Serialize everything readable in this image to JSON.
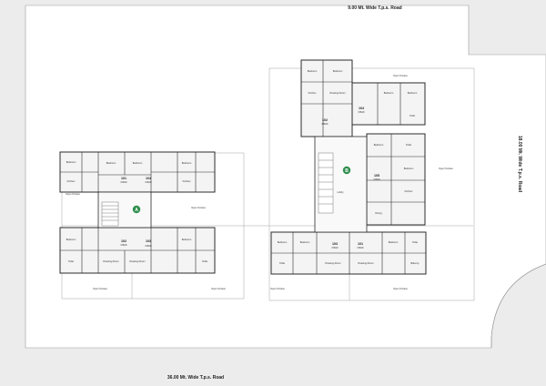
{
  "roads": {
    "top": "9.00 Mt. Wide T.p.s. Road",
    "right": "18.00 Mt. Wide T.p.s. Road",
    "bottom": "36.00 Mt. Wide T.p.s. Road"
  },
  "wings": {
    "a": "A",
    "b": "B"
  },
  "colors": {
    "ground": "#ffffff",
    "surround": "#ececec",
    "wall": "#2b2b2b",
    "wing_badge": "#2f8f4e",
    "room": "#f4f4f4"
  },
  "flats": {
    "a101": {
      "number": "101",
      "info": "3 BHK"
    },
    "a104": {
      "number": "104",
      "info": "3 BHK"
    },
    "a102": {
      "number": "102",
      "info": "3 BHK"
    },
    "a103": {
      "number": "103",
      "info": "3 BHK"
    },
    "b101": {
      "number": "101",
      "info": "3 BHK"
    },
    "b102": {
      "number": "102",
      "info": "3 BHK"
    },
    "b103": {
      "number": "103",
      "info": "3 BHK"
    },
    "b104": {
      "number": "104",
      "info": "3 BHK"
    },
    "b105": {
      "number": "105",
      "info": "3 BHK"
    }
  },
  "room_labels": {
    "bedroom": "Bedroom",
    "toilet": "Toilet",
    "kitchen": "Kitchen",
    "drawing": "Drawing Room",
    "dining": "Dining",
    "balcony": "Balcony",
    "terrace": "Open Terrace",
    "lobby": "Lobby"
  }
}
